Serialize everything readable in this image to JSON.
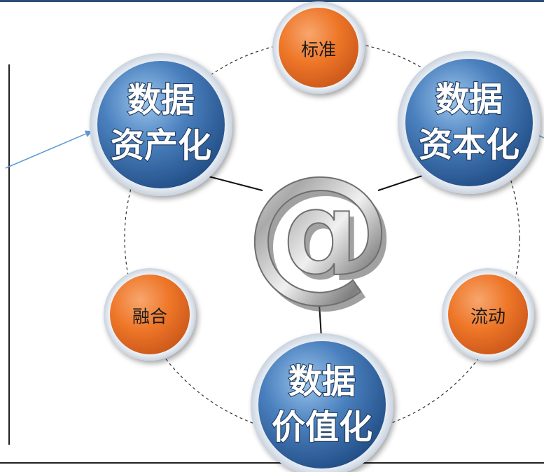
{
  "diagram": {
    "center_symbol": "@",
    "blue_nodes": [
      {
        "id": "asset",
        "line1": "数据",
        "line2": "资产化"
      },
      {
        "id": "capital",
        "line1": "数据",
        "line2": "资本化"
      },
      {
        "id": "value",
        "line1": "数据",
        "line2": "价值化"
      }
    ],
    "orange_nodes": [
      {
        "id": "standard",
        "label": "标准"
      },
      {
        "id": "fusion",
        "label": "融合"
      },
      {
        "id": "flow",
        "label": "流动"
      }
    ]
  },
  "colors": {
    "blue": "#3f74b3",
    "orange": "#ee7628",
    "header_line": "#2c4e78"
  }
}
